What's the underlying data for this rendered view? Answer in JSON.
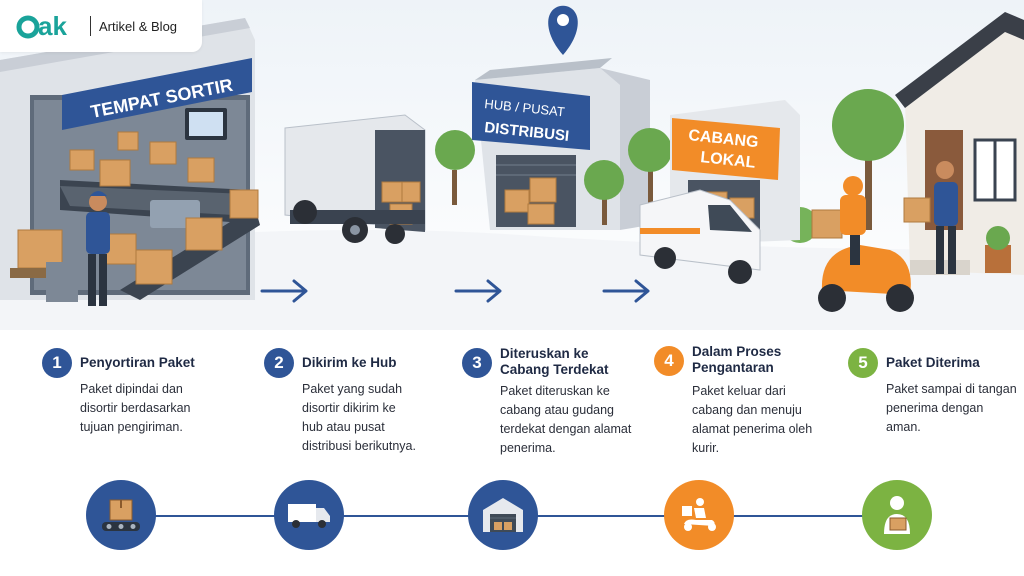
{
  "header": {
    "logo_text": "oak",
    "section": "Artikel & Blog"
  },
  "scene": {
    "sorting_sign": "TEMPAT SORTIR",
    "hub_sign_line1": "HUB / PUSAT",
    "hub_sign_line2": "DISTRIBUSI",
    "branch_sign_line1": "CABANG",
    "branch_sign_line2": "LOKAL"
  },
  "steps": [
    {
      "number": "1",
      "title": "Penyortiran Paket",
      "desc": "Paket dipindai dan\ndisortir berdasarkan\ntujuan pengiriman.",
      "color": "#2f5597",
      "icon": "conveyor-package-icon"
    },
    {
      "number": "2",
      "title": "Dikirim ke Hub",
      "desc": "Paket yang sudah\ndisortir dikirim ke\nhub atau pusat\ndistribusi berikutnya.",
      "color": "#2f5597",
      "icon": "truck-icon"
    },
    {
      "number": "3",
      "title": "Diteruskan ke\nCabang Terdekat",
      "desc": "Paket diteruskan ke\ncabang atau gudang\nterdekat dengan alamat\npenerima.",
      "color": "#2f5597",
      "icon": "warehouse-icon"
    },
    {
      "number": "4",
      "title": "Dalam Proses\nPengantaran",
      "desc": "Paket keluar dari\ncabang dan menuju\nalamat penerima oleh\nkurir.",
      "color": "#f28c28",
      "icon": "courier-scooter-icon"
    },
    {
      "number": "5",
      "title": "Paket Diterima",
      "desc": "Paket sampai di tangan\npenerima dengan\naman.",
      "color": "#7cb342",
      "icon": "recipient-icon"
    }
  ],
  "colors": {
    "primary": "#2f5597",
    "accent": "#f28c28",
    "success": "#7cb342",
    "logo": "#1aa39a"
  }
}
